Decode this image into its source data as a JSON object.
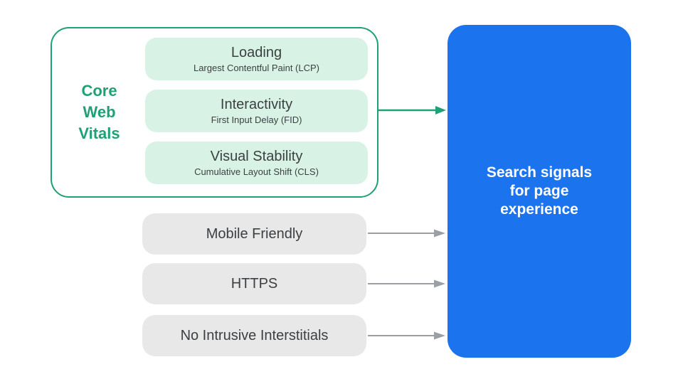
{
  "colors": {
    "green": "#1FA077",
    "light_green": "#D8F3E6",
    "gray_pill": "#E8E8E8",
    "dark_text": "#3C4043",
    "arrow_gray": "#9AA0A6",
    "blue": "#1B73EE",
    "white_text": "#FFFFFF"
  },
  "core_web_vitals": {
    "label_lines": [
      "Core",
      "Web",
      "Vitals"
    ],
    "items": [
      {
        "title": "Loading",
        "subtitle": "Largest Contentful Paint (LCP)"
      },
      {
        "title": "Interactivity",
        "subtitle": "First Input Delay (FID)"
      },
      {
        "title": "Visual Stability",
        "subtitle": "Cumulative Layout Shift (CLS)"
      }
    ]
  },
  "other_signals": [
    {
      "label": "Mobile Friendly"
    },
    {
      "label": "HTTPS"
    },
    {
      "label": "No Intrusive Interstitials"
    }
  ],
  "result_box": {
    "lines": [
      "Search signals",
      "for page",
      "experience"
    ]
  }
}
